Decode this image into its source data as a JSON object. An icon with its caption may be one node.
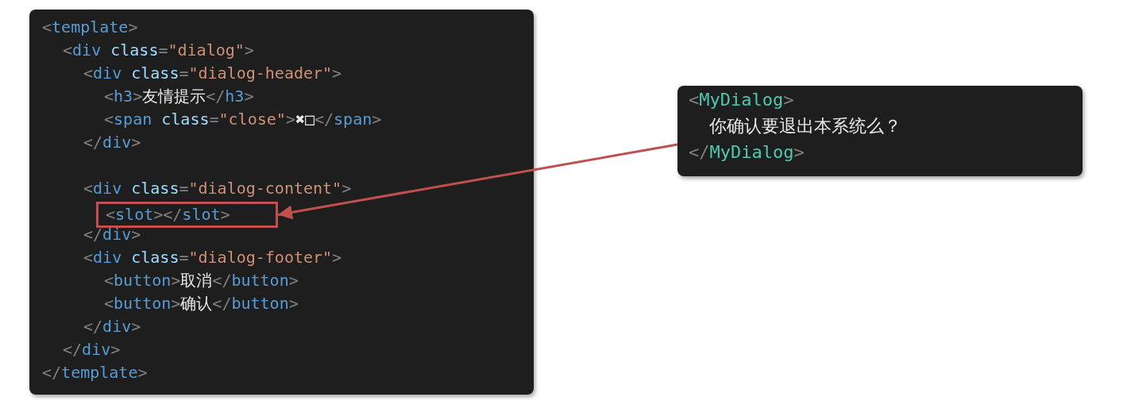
{
  "diagram": {
    "nodes": [
      {
        "text": [
          "<template>",
          "<div class=\"dialog\">",
          "<div class=\"dialog-header\">",
          "<h3>友情提示</h3>",
          "<span class=\"close\">✖□</span>",
          "</div>",
          "<div class=\"dialog-content\">",
          "</div>",
          "<div class=\"dialog-footer\">",
          "<button>取消</button>",
          "<button>确认</button>",
          "</div>",
          "</div>",
          "</template>"
        ]
      },
      {
        "text": [
          "<slot></slot>"
        ],
        "in": 0
      },
      {
        "text": [
          "<MyDialog>",
          "你确认要退出本系统么？",
          "</MyDialog>"
        ]
      }
    ],
    "edges": [
      {
        "from": 2,
        "to": 1,
        "arrow": "to",
        "color": "#c0504d"
      }
    ]
  }
}
